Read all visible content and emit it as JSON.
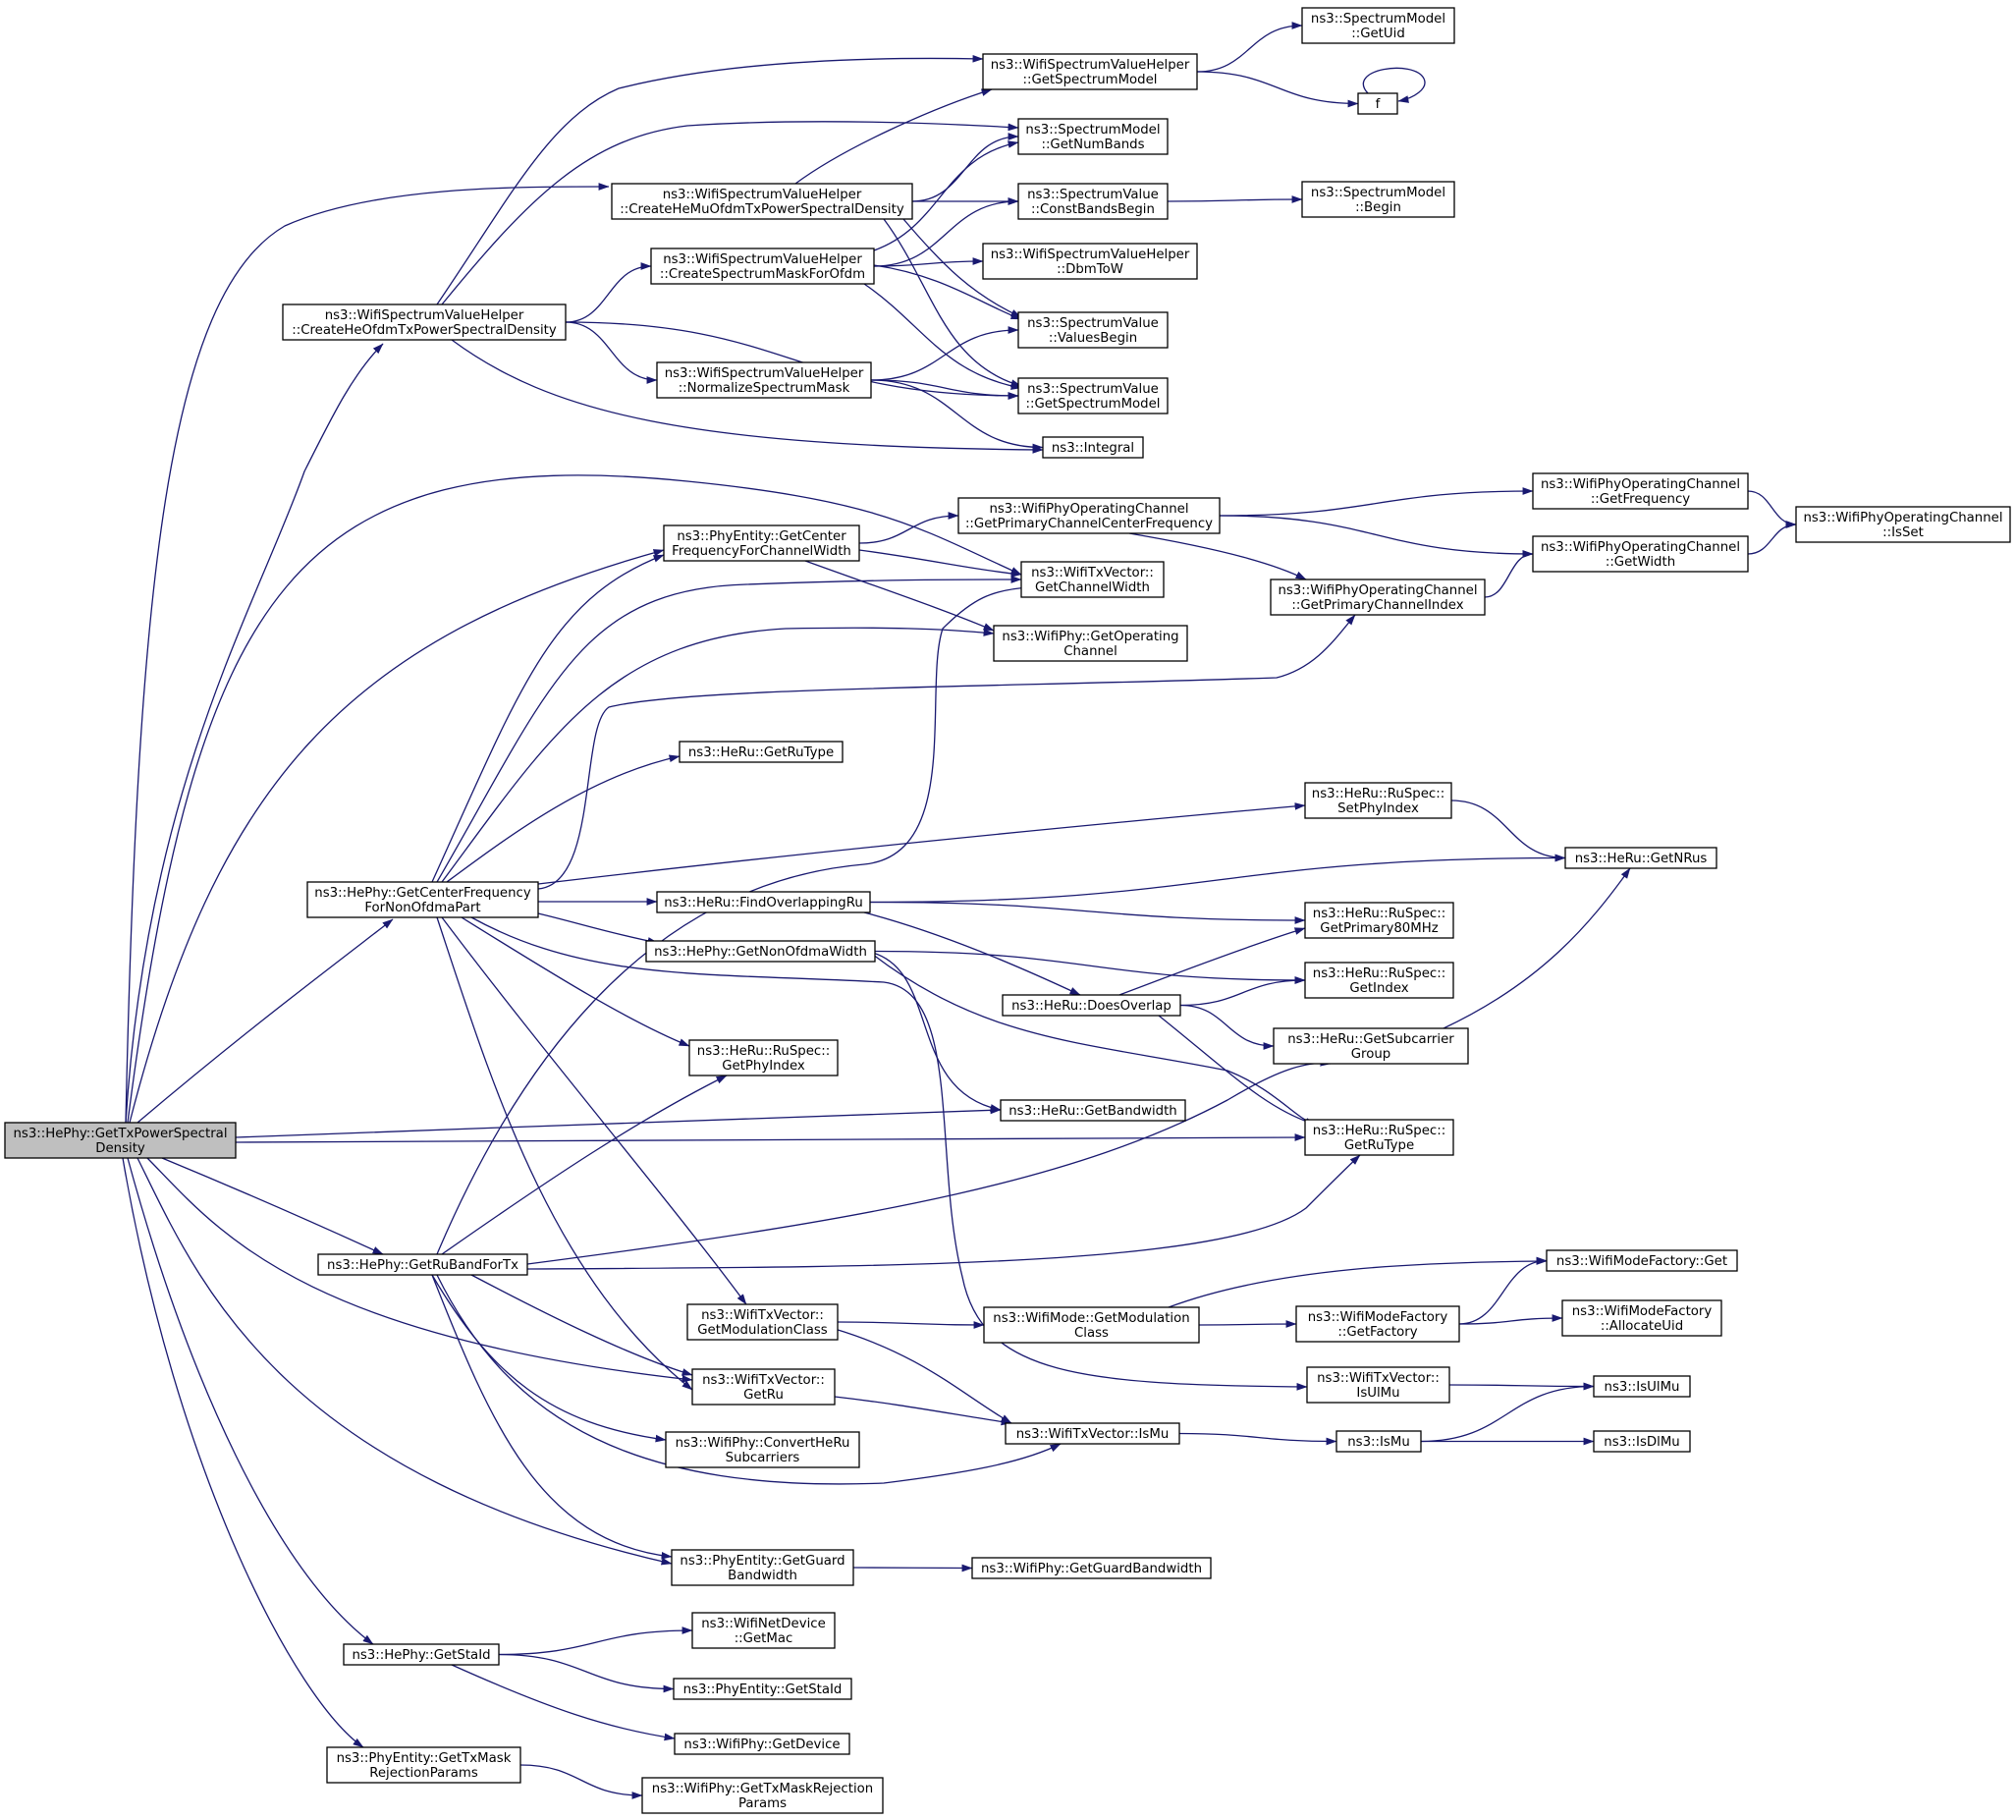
{
  "diagram": {
    "root": "gettxpsd",
    "nodes": [
      {
        "id": "gettxpsd",
        "lines": [
          "ns3::HePhy::GetTxPowerSpectral",
          "Density"
        ],
        "root": true
      },
      {
        "id": "createheofdm",
        "lines": [
          "ns3::WifiSpectrumValueHelper",
          "::CreateHeOfdmTxPowerSpectralDensity"
        ]
      },
      {
        "id": "centerfreqnonofdma",
        "lines": [
          "ns3::HePhy::GetCenterFrequency",
          "ForNonOfdmaPart"
        ]
      },
      {
        "id": "getruband",
        "lines": [
          "ns3::HePhy::GetRuBandForTx"
        ]
      },
      {
        "id": "getstaid",
        "lines": [
          "ns3::HePhy::GetStaId"
        ]
      },
      {
        "id": "gettxmaskparams",
        "lines": [
          "ns3::PhyEntity::GetTxMask",
          "RejectionParams"
        ]
      },
      {
        "id": "createhemu",
        "lines": [
          "ns3::WifiSpectrumValueHelper",
          "::CreateHeMuOfdmTxPowerSpectralDensity"
        ]
      },
      {
        "id": "createmask",
        "lines": [
          "ns3::WifiSpectrumValueHelper",
          "::CreateSpectrumMaskForOfdm"
        ]
      },
      {
        "id": "normalizemask",
        "lines": [
          "ns3::WifiSpectrumValueHelper",
          "::NormalizeSpectrumMask"
        ]
      },
      {
        "id": "pe_centerfreq",
        "lines": [
          "ns3::PhyEntity::GetCenter",
          "FrequencyForChannelWidth"
        ]
      },
      {
        "id": "herugetrutype",
        "lines": [
          "ns3::HeRu::GetRuType"
        ]
      },
      {
        "id": "findoverlap",
        "lines": [
          "ns3::HeRu::FindOverlappingRu"
        ]
      },
      {
        "id": "getnonofdmawidth",
        "lines": [
          "ns3::HePhy::GetNonOfdmaWidth"
        ]
      },
      {
        "id": "ruspecphyindex",
        "lines": [
          "ns3::HeRu::RuSpec::",
          "GetPhyIndex"
        ]
      },
      {
        "id": "getmodclass_tx",
        "lines": [
          "ns3::WifiTxVector::",
          "GetModulationClass"
        ]
      },
      {
        "id": "txvecgetru",
        "lines": [
          "ns3::WifiTxVector::",
          "GetRu"
        ]
      },
      {
        "id": "convertheru",
        "lines": [
          "ns3::WifiPhy::ConvertHeRu",
          "Subcarriers"
        ]
      },
      {
        "id": "getguardbw",
        "lines": [
          "ns3::PhyEntity::GetGuard",
          "Bandwidth"
        ]
      },
      {
        "id": "netdevgetmac",
        "lines": [
          "ns3::WifiNetDevice",
          "::GetMac"
        ]
      },
      {
        "id": "pe_getstaid",
        "lines": [
          "ns3::PhyEntity::GetStaId"
        ]
      },
      {
        "id": "phygetdevice",
        "lines": [
          "ns3::WifiPhy::GetDevice"
        ]
      },
      {
        "id": "phytxmaskparams",
        "lines": [
          "ns3::WifiPhy::GetTxMaskRejection",
          "Params"
        ]
      },
      {
        "id": "svh_getspectrummodel",
        "lines": [
          "ns3::WifiSpectrumValueHelper",
          "::GetSpectrumModel"
        ]
      },
      {
        "id": "getnumbands",
        "lines": [
          "ns3::SpectrumModel",
          "::GetNumBands"
        ]
      },
      {
        "id": "constbandsbegin",
        "lines": [
          "ns3::SpectrumValue",
          "::ConstBandsBegin"
        ]
      },
      {
        "id": "dbmtow",
        "lines": [
          "ns3::WifiSpectrumValueHelper",
          "::DbmToW"
        ]
      },
      {
        "id": "valuesbegin",
        "lines": [
          "ns3::SpectrumValue",
          "::ValuesBegin"
        ]
      },
      {
        "id": "sv_getspectrummodel",
        "lines": [
          "ns3::SpectrumValue",
          "::GetSpectrumModel"
        ]
      },
      {
        "id": "integral",
        "lines": [
          "ns3::Integral"
        ]
      },
      {
        "id": "getprimarycf",
        "lines": [
          "ns3::WifiPhyOperatingChannel",
          "::GetPrimaryChannelCenterFrequency"
        ]
      },
      {
        "id": "getchannelwidth",
        "lines": [
          "ns3::WifiTxVector::",
          "GetChannelWidth"
        ]
      },
      {
        "id": "getoperatingchannel",
        "lines": [
          "ns3::WifiPhy::GetOperating",
          "Channel"
        ]
      },
      {
        "id": "getprimaryindex",
        "lines": [
          "ns3::WifiPhyOperatingChannel",
          "::GetPrimaryChannelIndex"
        ]
      },
      {
        "id": "ruspecsetphyindex",
        "lines": [
          "ns3::HeRu::RuSpec::",
          "SetPhyIndex"
        ]
      },
      {
        "id": "ruspecprimary80",
        "lines": [
          "ns3::HeRu::RuSpec::",
          "GetPrimary80MHz"
        ]
      },
      {
        "id": "ruspecgetindex",
        "lines": [
          "ns3::HeRu::RuSpec::",
          "GetIndex"
        ]
      },
      {
        "id": "doesoverlap",
        "lines": [
          "ns3::HeRu::DoesOverlap"
        ]
      },
      {
        "id": "getsubcarriergroup",
        "lines": [
          "ns3::HeRu::GetSubcarrier",
          "Group"
        ]
      },
      {
        "id": "herugetbandwidth",
        "lines": [
          "ns3::HeRu::GetBandwidth"
        ]
      },
      {
        "id": "ruspecgetrutype",
        "lines": [
          "ns3::HeRu::RuSpec::",
          "GetRuType"
        ]
      },
      {
        "id": "modegetmodclass",
        "lines": [
          "ns3::WifiMode::GetModulation",
          "Class"
        ]
      },
      {
        "id": "txvecisulmu",
        "lines": [
          "ns3::WifiTxVector::",
          "IsUlMu"
        ]
      },
      {
        "id": "txvecismu",
        "lines": [
          "ns3::WifiTxVector::IsMu"
        ]
      },
      {
        "id": "phygetguardbw",
        "lines": [
          "ns3::WifiPhy::GetGuardBandwidth"
        ]
      },
      {
        "id": "sm_getuid",
        "lines": [
          "ns3::SpectrumModel",
          "::GetUid"
        ]
      },
      {
        "id": "f",
        "lines": [
          "f"
        ]
      },
      {
        "id": "sm_begin",
        "lines": [
          "ns3::SpectrumModel",
          "::Begin"
        ]
      },
      {
        "id": "opch_getfrequency",
        "lines": [
          "ns3::WifiPhyOperatingChannel",
          "::GetFrequency"
        ]
      },
      {
        "id": "opch_getwidth",
        "lines": [
          "ns3::WifiPhyOperatingChannel",
          "::GetWidth"
        ]
      },
      {
        "id": "opch_isset",
        "lines": [
          "ns3::WifiPhyOperatingChannel",
          "::IsSet"
        ]
      },
      {
        "id": "getnrus",
        "lines": [
          "ns3::HeRu::GetNRus"
        ]
      },
      {
        "id": "modefactory",
        "lines": [
          "ns3::WifiModeFactory",
          "::GetFactory"
        ]
      },
      {
        "id": "modefactoryget",
        "lines": [
          "ns3::WifiModeFactory::Get"
        ]
      },
      {
        "id": "allocateuid",
        "lines": [
          "ns3::WifiModeFactory",
          "::AllocateUid"
        ]
      },
      {
        "id": "isulmu",
        "lines": [
          "ns3::IsUlMu"
        ]
      },
      {
        "id": "ismu",
        "lines": [
          "ns3::IsMu"
        ]
      },
      {
        "id": "isdlmu",
        "lines": [
          "ns3::IsDlMu"
        ]
      }
    ],
    "edges": [
      [
        "gettxpsd",
        "createhemu"
      ],
      [
        "gettxpsd",
        "createheofdm"
      ],
      [
        "gettxpsd",
        "getchannelwidth"
      ],
      [
        "gettxpsd",
        "pe_centerfreq"
      ],
      [
        "gettxpsd",
        "centerfreqnonofdma"
      ],
      [
        "gettxpsd",
        "herugetbandwidth"
      ],
      [
        "gettxpsd",
        "ruspecgetrutype"
      ],
      [
        "gettxpsd",
        "getruband"
      ],
      [
        "gettxpsd",
        "txvecgetru"
      ],
      [
        "gettxpsd",
        "getguardbw"
      ],
      [
        "gettxpsd",
        "getstaid"
      ],
      [
        "gettxpsd",
        "gettxmaskparams"
      ],
      [
        "createheofdm",
        "svh_getspectrummodel"
      ],
      [
        "createheofdm",
        "getnumbands"
      ],
      [
        "createheofdm",
        "createmask"
      ],
      [
        "createheofdm",
        "normalizemask"
      ],
      [
        "createheofdm",
        "sv_getspectrummodel"
      ],
      [
        "createheofdm",
        "integral"
      ],
      [
        "createhemu",
        "svh_getspectrummodel"
      ],
      [
        "createhemu",
        "getnumbands"
      ],
      [
        "createhemu",
        "constbandsbegin"
      ],
      [
        "createhemu",
        "valuesbegin"
      ],
      [
        "createhemu",
        "sv_getspectrummodel"
      ],
      [
        "createmask",
        "getnumbands"
      ],
      [
        "createmask",
        "constbandsbegin"
      ],
      [
        "createmask",
        "dbmtow"
      ],
      [
        "createmask",
        "valuesbegin"
      ],
      [
        "createmask",
        "sv_getspectrummodel"
      ],
      [
        "normalizemask",
        "valuesbegin"
      ],
      [
        "normalizemask",
        "sv_getspectrummodel"
      ],
      [
        "normalizemask",
        "integral"
      ],
      [
        "svh_getspectrummodel",
        "sm_getuid"
      ],
      [
        "svh_getspectrummodel",
        "f"
      ],
      [
        "f",
        "f"
      ],
      [
        "constbandsbegin",
        "sm_begin"
      ],
      [
        "centerfreqnonofdma",
        "pe_centerfreq"
      ],
      [
        "centerfreqnonofdma",
        "getchannelwidth"
      ],
      [
        "centerfreqnonofdma",
        "getoperatingchannel"
      ],
      [
        "centerfreqnonofdma",
        "getprimaryindex"
      ],
      [
        "centerfreqnonofdma",
        "herugetrutype"
      ],
      [
        "centerfreqnonofdma",
        "ruspecsetphyindex"
      ],
      [
        "centerfreqnonofdma",
        "findoverlap"
      ],
      [
        "centerfreqnonofdma",
        "getnonofdmawidth"
      ],
      [
        "centerfreqnonofdma",
        "ruspecphyindex"
      ],
      [
        "centerfreqnonofdma",
        "getmodclass_tx"
      ],
      [
        "centerfreqnonofdma",
        "txvecgetru"
      ],
      [
        "centerfreqnonofdma",
        "txvecisulmu"
      ],
      [
        "pe_centerfreq",
        "getprimarycf"
      ],
      [
        "pe_centerfreq",
        "getchannelwidth"
      ],
      [
        "pe_centerfreq",
        "getoperatingchannel"
      ],
      [
        "getprimarycf",
        "opch_getfrequency"
      ],
      [
        "getprimarycf",
        "opch_getwidth"
      ],
      [
        "getprimarycf",
        "getprimaryindex"
      ],
      [
        "getprimaryindex",
        "opch_getwidth"
      ],
      [
        "opch_getfrequency",
        "opch_isset"
      ],
      [
        "opch_getwidth",
        "opch_isset"
      ],
      [
        "ruspecsetphyindex",
        "getnrus"
      ],
      [
        "findoverlap",
        "getnrus"
      ],
      [
        "findoverlap",
        "ruspecprimary80"
      ],
      [
        "findoverlap",
        "doesoverlap"
      ],
      [
        "getnonofdmawidth",
        "ruspecgetindex"
      ],
      [
        "getnonofdmawidth",
        "herugetbandwidth"
      ],
      [
        "getnonofdmawidth",
        "ruspecgetrutype"
      ],
      [
        "doesoverlap",
        "ruspecprimary80"
      ],
      [
        "doesoverlap",
        "ruspecgetindex"
      ],
      [
        "doesoverlap",
        "getsubcarriergroup"
      ],
      [
        "doesoverlap",
        "ruspecgetrutype"
      ],
      [
        "getsubcarriergroup",
        "getnrus"
      ],
      [
        "getruband",
        "getchannelwidth"
      ],
      [
        "getruband",
        "ruspecphyindex"
      ],
      [
        "getruband",
        "getsubcarriergroup"
      ],
      [
        "getruband",
        "ruspecgetrutype"
      ],
      [
        "getruband",
        "txvecgetru"
      ],
      [
        "getruband",
        "convertheru"
      ],
      [
        "getruband",
        "txvecismu"
      ],
      [
        "getruband",
        "getguardbw"
      ],
      [
        "getmodclass_tx",
        "modegetmodclass"
      ],
      [
        "getmodclass_tx",
        "txvecismu"
      ],
      [
        "modegetmodclass",
        "modefactoryget"
      ],
      [
        "modegetmodclass",
        "modefactory"
      ],
      [
        "modefactory",
        "modefactoryget"
      ],
      [
        "modefactory",
        "allocateuid"
      ],
      [
        "txvecisulmu",
        "isulmu"
      ],
      [
        "txvecgetru",
        "txvecismu"
      ],
      [
        "txvecismu",
        "ismu"
      ],
      [
        "ismu",
        "isulmu"
      ],
      [
        "ismu",
        "isdlmu"
      ],
      [
        "getguardbw",
        "phygetguardbw"
      ],
      [
        "getstaid",
        "netdevgetmac"
      ],
      [
        "getstaid",
        "pe_getstaid"
      ],
      [
        "getstaid",
        "phygetdevice"
      ],
      [
        "gettxmaskparams",
        "phytxmaskparams"
      ]
    ]
  }
}
